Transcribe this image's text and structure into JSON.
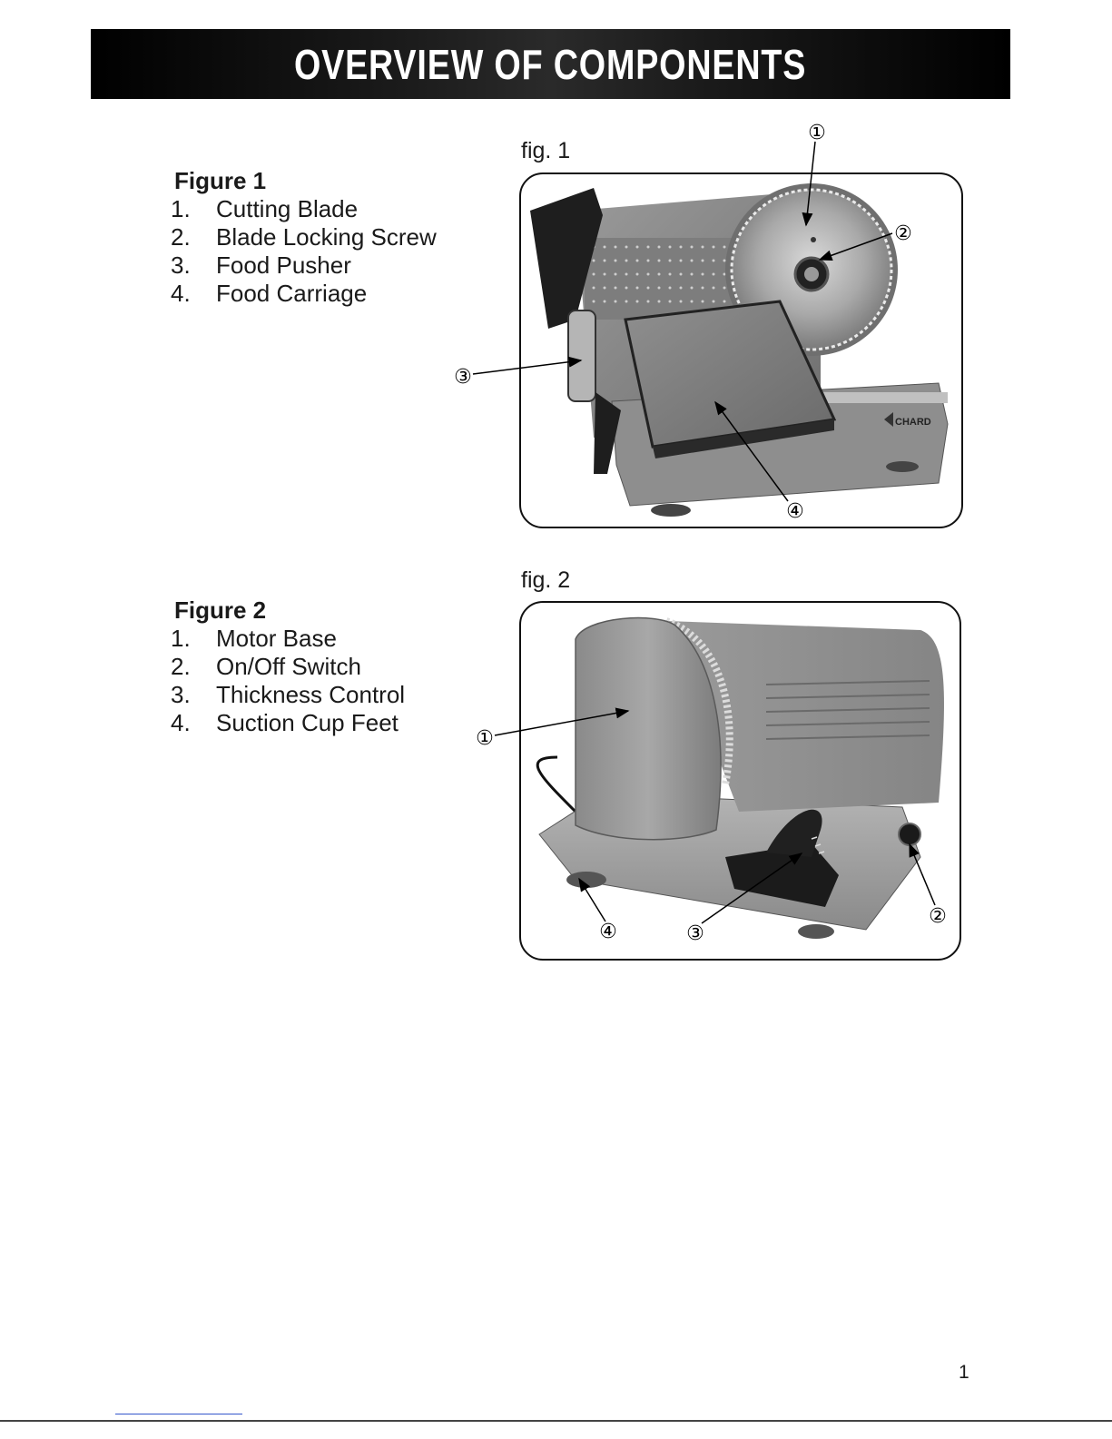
{
  "header": {
    "title": "OVERVIEW OF COMPONENTS"
  },
  "figure1": {
    "caption": "fig. 1",
    "heading": "Figure 1",
    "items": [
      {
        "num": "1.",
        "label": "Cutting Blade"
      },
      {
        "num": "2.",
        "label": "Blade Locking Screw"
      },
      {
        "num": "3.",
        "label": "Food Pusher"
      },
      {
        "num": "4.",
        "label": "Food Carriage"
      }
    ],
    "brand": "CHARD",
    "callouts": [
      "①",
      "②",
      "③",
      "④"
    ]
  },
  "figure2": {
    "caption": "fig. 2",
    "heading": "Figure 2",
    "items": [
      {
        "num": "1.",
        "label": "Motor Base"
      },
      {
        "num": "2.",
        "label": "On/Off Switch"
      },
      {
        "num": "3.",
        "label": "Thickness Control"
      },
      {
        "num": "4.",
        "label": "Suction Cup Feet"
      }
    ],
    "callouts": [
      "①",
      "②",
      "③",
      "④"
    ]
  },
  "page": {
    "number": "1"
  }
}
